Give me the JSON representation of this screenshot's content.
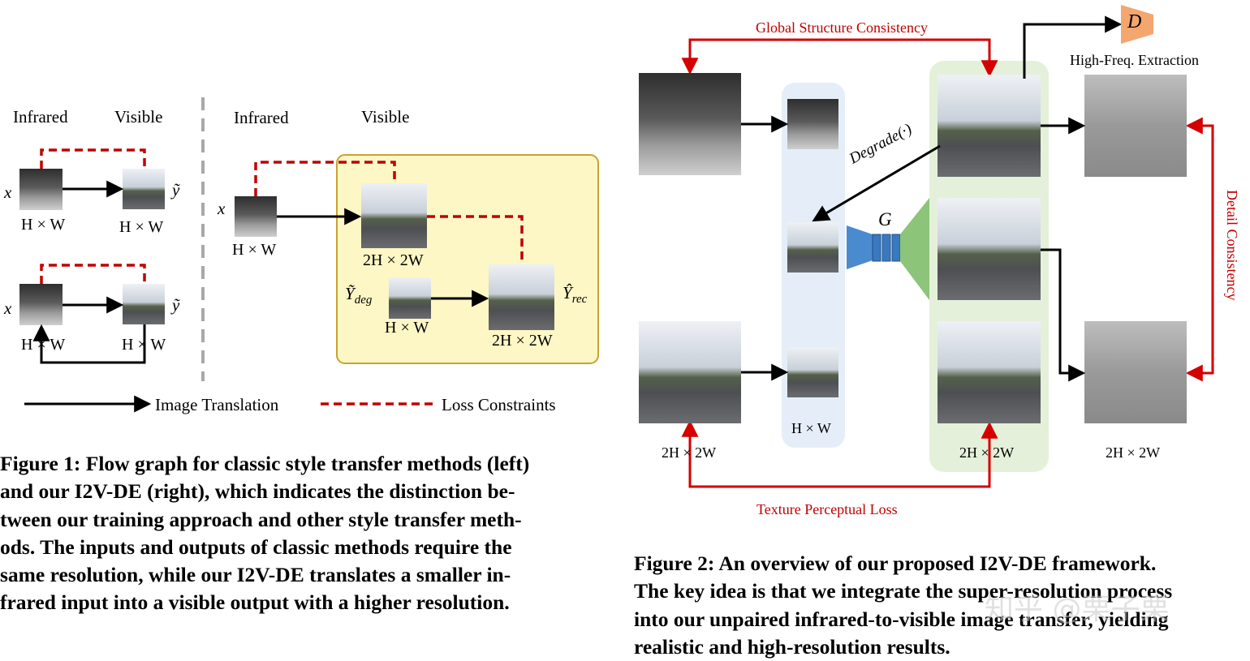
{
  "fig1": {
    "left_head_infrared": "Infrared",
    "left_head_visible": "Visible",
    "right_head_infrared": "Infrared",
    "right_head_visible": "Visible",
    "sym_x": "x",
    "sym_ytilde": "ỹ",
    "size_hw": "H × W",
    "size_2h2w": "2H × 2W",
    "sym_ydeg_base": "Ỹ",
    "sym_ydeg_sub": "deg",
    "sym_yrec_base": "Ŷ",
    "sym_yrec_sub": "rec",
    "legend_translation": "Image Translation",
    "legend_loss": "Loss Constraints",
    "caption_lines": [
      "Figure 1: Flow graph for classic style transfer methods (left)",
      "and our I2V-DE (right), which indicates the distinction be-",
      "tween our training approach and other style transfer meth-",
      "ods. The inputs and outputs of classic methods require the",
      "same resolution, while our I2V-DE translates a smaller in-",
      "frared input into a visible output with a higher resolution."
    ]
  },
  "fig2": {
    "global_consistency": "Global Structure Consistency",
    "disc_label": "D",
    "highfreq": "High-Freq. Extraction",
    "degrade": "Degrade(·)",
    "gen_label": "G",
    "detail_consistency": "Detail Consistency",
    "size_hw": "H × W",
    "size_2h2w": "2H × 2W",
    "texture_loss": "Texture Perceptual Loss",
    "caption_lines": [
      "Figure 2: An overview of our proposed I2V-DE framework.",
      "The key idea is that we integrate the super-resolution process",
      "into our unpaired infrared-to-visible image transfer, yielding",
      "realistic and high-resolution results."
    ]
  },
  "watermark": "知乎 @栗子栗",
  "colors": {
    "red": "#c00000",
    "yellow_box": "#fdf7c6",
    "yellow_border": "#c9a230",
    "blue_panel": "#e5eef8",
    "green_panel": "#e5f0da",
    "disc_fill": "#f4a66f",
    "encoder_blue": "#4a8bd0",
    "decoder_green": "#8cc47a"
  }
}
